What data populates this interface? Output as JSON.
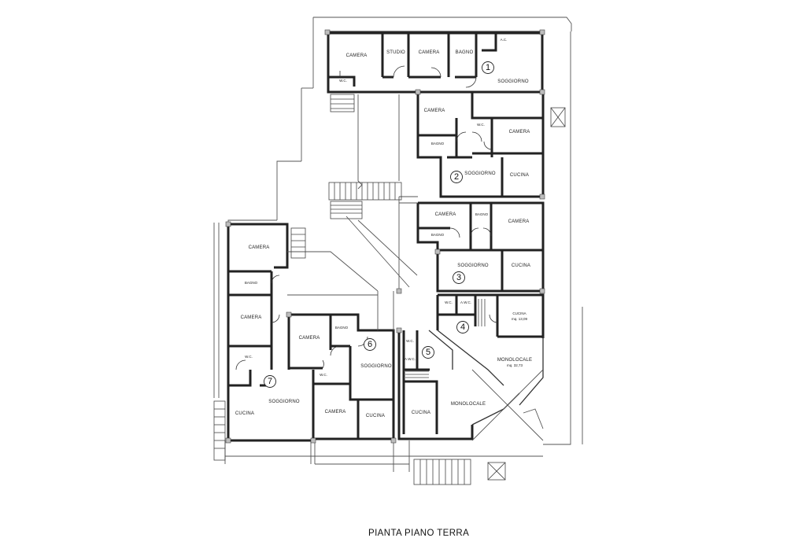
{
  "title": "PIANTA PIANO TERRA",
  "unit_numbers": [
    "1",
    "2",
    "3",
    "4",
    "5",
    "6",
    "7"
  ],
  "rooms": [
    {
      "id": "u1-camera",
      "label": "CAMERA"
    },
    {
      "id": "u1-studio",
      "label": "STUDIO"
    },
    {
      "id": "u1-camera2",
      "label": "CAMERA"
    },
    {
      "id": "u1-bagno",
      "label": "BAGNO"
    },
    {
      "id": "u1-ac",
      "label": "A.C."
    },
    {
      "id": "u1-soggiorno",
      "label": "SOGGIORNO"
    },
    {
      "id": "u1-wc",
      "label": "W.C."
    },
    {
      "id": "u2-camera",
      "label": "CAMERA"
    },
    {
      "id": "u2-wc",
      "label": "W.C."
    },
    {
      "id": "u2-camera2",
      "label": "CAMERA"
    },
    {
      "id": "u2-bagno",
      "label": "BAGNO"
    },
    {
      "id": "u2-soggiorno",
      "label": "SOGGIORNO"
    },
    {
      "id": "u2-cucina",
      "label": "CUCINA"
    },
    {
      "id": "u3-camera",
      "label": "CAMERA"
    },
    {
      "id": "u3-bagno",
      "label": "BAGNO"
    },
    {
      "id": "u3-camera2",
      "label": "CAMERA"
    },
    {
      "id": "u3-bagno2",
      "label": "BAGNO"
    },
    {
      "id": "u3-soggiorno",
      "label": "SOGGIORNO"
    },
    {
      "id": "u3-cucina",
      "label": "CUCINA"
    },
    {
      "id": "u4-wc",
      "label": "W.C."
    },
    {
      "id": "u4-awc",
      "label": "A.W.C."
    },
    {
      "id": "u4-cucina",
      "label": "CUCINA"
    },
    {
      "id": "u4-cucina-area",
      "label": "mq. 13,09"
    },
    {
      "id": "u4-monolocale",
      "label": "MONOLOCALE"
    },
    {
      "id": "u4-monolocale-area",
      "label": "mq. 32,73"
    },
    {
      "id": "u5-wc",
      "label": "W.C."
    },
    {
      "id": "u5-awc",
      "label": "A.W.C."
    },
    {
      "id": "u5-monolocale",
      "label": "MONOLOCALE"
    },
    {
      "id": "u5-cucina",
      "label": "CUCINA"
    },
    {
      "id": "u6-camera",
      "label": "CAMERA"
    },
    {
      "id": "u6-bagno",
      "label": "BAGNO"
    },
    {
      "id": "u6-wc",
      "label": "W.C."
    },
    {
      "id": "u6-soggiorno",
      "label": "SOGGIORNO"
    },
    {
      "id": "u6-camera2",
      "label": "CAMERA"
    },
    {
      "id": "u6-cucina",
      "label": "CUCINA"
    },
    {
      "id": "u7-camera",
      "label": "CAMERA"
    },
    {
      "id": "u7-bagno",
      "label": "BAGNO"
    },
    {
      "id": "u7-camera2",
      "label": "CAMERA"
    },
    {
      "id": "u7-wc",
      "label": "W.C."
    },
    {
      "id": "u7-cucina",
      "label": "CUCINA"
    },
    {
      "id": "u7-soggiorno",
      "label": "SOGGIORNO"
    }
  ]
}
